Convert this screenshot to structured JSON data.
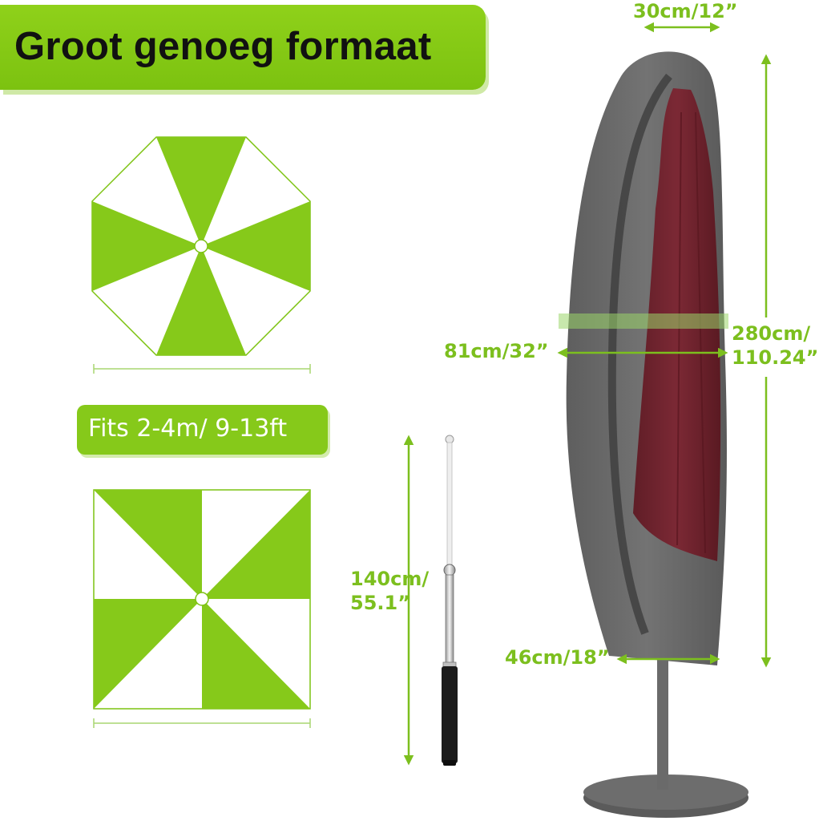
{
  "title": "Groot genoeg formaat",
  "fits_label": "Fits 2-4m/ 9-13ft",
  "dimensions": {
    "top_width": "30cm/12”",
    "mid_width": "81cm/32”",
    "height_line1": "280cm/",
    "height_line2": "110.24”",
    "bottom_width": "46cm/18”",
    "pole_line1": "140cm/",
    "pole_line2": "55.1”"
  },
  "colors": {
    "accent_green": "#86c91a",
    "label_green": "#7cbf1e",
    "cover_gray": "#6b6b6b",
    "umbrella_red": "#7a1f2b"
  },
  "icons": [
    "octagon-umbrella-diagram-icon",
    "square-umbrella-diagram-icon",
    "telescopic-pole-icon",
    "umbrella-cover-icon"
  ]
}
